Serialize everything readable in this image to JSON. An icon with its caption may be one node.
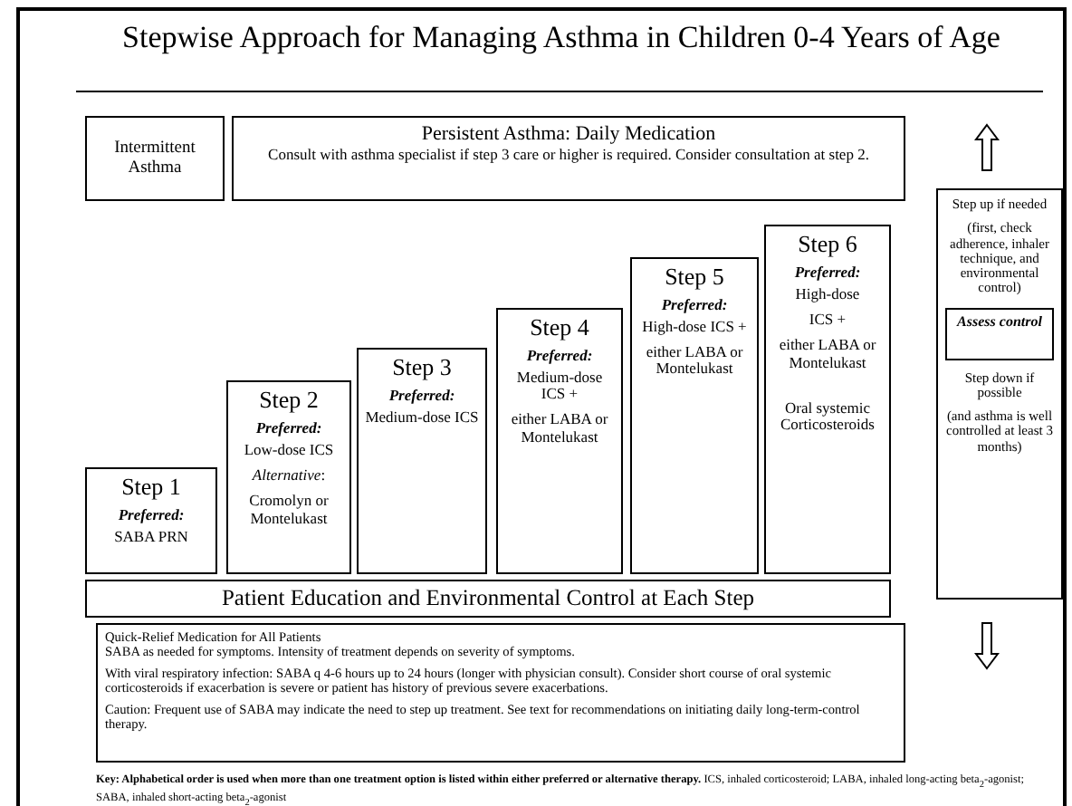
{
  "diagram": {
    "title": "Stepwise Approach for Managing Asthma in Children 0-4 Years of Age",
    "nodes": [
      {
        "text": [
          "Intermittent Asthma"
        ]
      },
      {
        "text": [
          "Persistent Asthma: Daily Medication",
          "Consult with asthma specialist if step 3 care or higher is required. Consider consultation at step 2."
        ]
      },
      {
        "text": [
          "Step 1",
          "Preferred:",
          "SABA PRN"
        ]
      },
      {
        "text": [
          "Step 2",
          "Preferred:",
          "Low-dose ICS",
          "*Alternative*:",
          "Cromolyn or Montelukast"
        ]
      },
      {
        "text": [
          "Step 3",
          "Preferred:",
          "Medium-dose ICS"
        ]
      },
      {
        "text": [
          "Step 4",
          "Preferred:",
          "Medium-dose ICS +",
          "either LABA or Montelukast"
        ]
      },
      {
        "text": [
          "Step 5",
          "Preferred:",
          "High-dose ICS +",
          "either LABA or Montelukast"
        ]
      },
      {
        "text": [
          "Step 6",
          "Preferred:",
          "High-dose",
          "ICS +",
          "either LABA or Montelukast",
          "Oral systemic Corticosteroids"
        ]
      },
      {
        "text": [
          "Patient Education and Environmental Control at Each Step"
        ]
      },
      {
        "text": [
          "Quick-Relief Medication for All Patients",
          "SABA as needed for symptoms. Intensity of treatment depends on severity of symptoms.",
          "With viral respiratory infection: SABA q 4-6 hours up to 24 hours (longer with physician consult). Consider short course of oral systemic corticosteroids if exacerbation is severe or patient has history of previous severe exacerbations.",
          "Caution: Frequent use of SABA may indicate the need to step up treatment. See text for recommendations on initiating daily long-term-control therapy."
        ]
      },
      {
        "text": [
          "Step up if needed",
          "(first, check adherence, inhaler technique, and environmental control)",
          "Step down if possible",
          "(and asthma is well controlled at least 3 months)"
        ]
      },
      {
        "text": [
          "Assess control"
        ],
        "in": 10
      }
    ],
    "edges": [],
    "labels": [
      "**Key: Alphabetical order is used when more than one treatment option is listed within either preferred or alternative therapy.** ICS, inhaled corticosteroid; LABA, inhaled long-acting beta$_{2}$-agonist; SABA, inhaled short-acting beta$_{2}$-agonist"
    ]
  }
}
